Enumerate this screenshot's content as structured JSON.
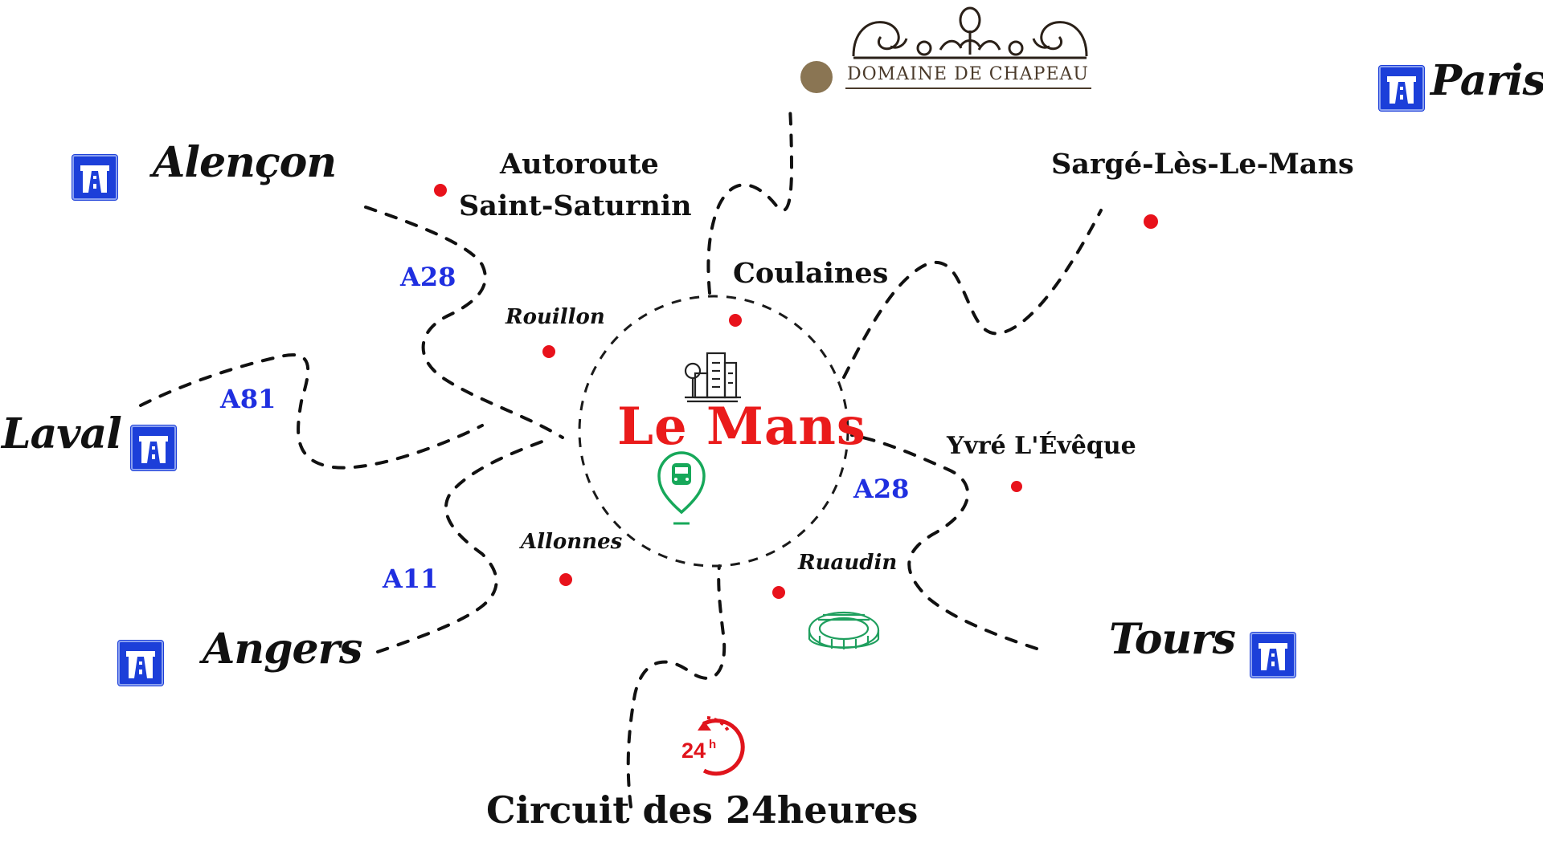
{
  "center": {
    "name": "Le Mans"
  },
  "brand": {
    "name": "DOMAINE DE CHAPEAU"
  },
  "cities": {
    "paris": "Paris",
    "alencon": "Alençon",
    "laval": "Laval",
    "angers": "Angers",
    "tours": "Tours"
  },
  "places": {
    "autoroute_line1": "Autoroute",
    "autoroute_line2": "Saint-Saturnin",
    "sarge": "Sargé-Lès-Le-Mans",
    "coulaines": "Coulaines",
    "rouillon": "Rouillon",
    "yvre": "Yvré L'Évêque",
    "allonnes": "Allonnes",
    "ruaudin": "Ruaudin",
    "circuit": "Circuit des 24heures"
  },
  "roads": {
    "a28_north": "A28",
    "a81": "A81",
    "a11": "A11",
    "a28_south": "A28"
  },
  "badges": {
    "clock": "24h"
  },
  "icons": {
    "center": "city-buildings-icon",
    "train": "train-station-pin-icon",
    "stadium": "stadium-icon",
    "clock": "24h-clock-icon",
    "highway": "motorway-sign-icon",
    "brand": "chateau-ornament-logo"
  },
  "colors": {
    "center_label": "#ea1b1b",
    "road_label": "#1f2fe0",
    "town_dot": "#e8121b",
    "highway_sign": "#1c3fd9",
    "train_icon": "#17a85a",
    "stadium_icon": "#1f9f5e",
    "clock_icon": "#e0141c",
    "brand_dot": "#8a7553"
  }
}
